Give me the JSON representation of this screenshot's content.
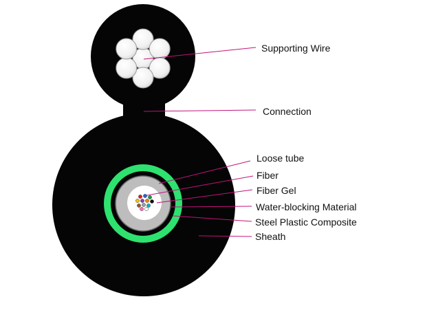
{
  "diagram": {
    "labels": {
      "supporting_wire": "Supporting Wire",
      "connection": "Connection",
      "loose_tube": "Loose tube",
      "fiber": "Fiber",
      "fiber_gel": "Fiber Gel",
      "water_blocking": "Water-blocking Material",
      "steel_plastic": "Steel Plastic Composite",
      "sheath": "Sheath"
    },
    "colors": {
      "sheath": "#050505",
      "wire": "#ffffff",
      "steel_plastic_band": "#2ee26f",
      "loose_tube": "#bdbdbd",
      "fiber_gel": "#ffffff",
      "leader_line": "#c0147a",
      "fibers": [
        "#e21b1b",
        "#1a6fe0",
        "#1e9a3a",
        "#f2c400",
        "#8a3ab9",
        "#ff7f00",
        "#111111",
        "#8c5a2b",
        "#9e9e9e",
        "#00b5c8",
        "#ff6fb5",
        "#ffffff"
      ]
    }
  }
}
